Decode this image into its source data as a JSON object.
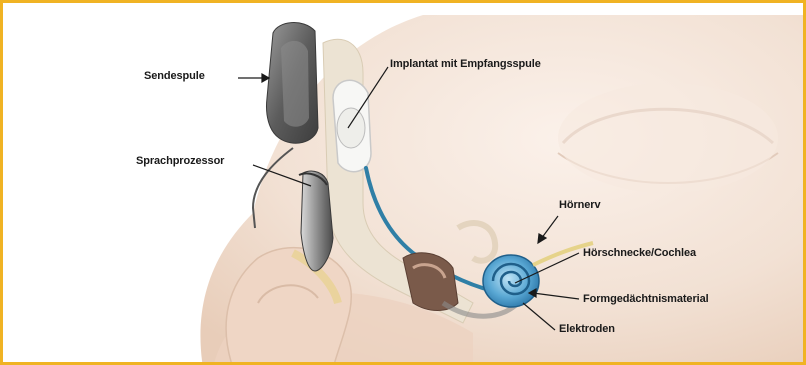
{
  "labels": {
    "sendespule": "Sendespule",
    "implantat": "Implantat mit Empfangsspule",
    "sprachprozessor": "Sprachprozessor",
    "hoernerv": "Hörnerv",
    "cochlea": "Hörschnecke/Cochlea",
    "formgedaechtnis": "Formgedächtnismaterial",
    "elektroden": "Elektroden"
  },
  "colors": {
    "frame": "#f0b323",
    "skin": "#f3e2d6",
    "electrode": "#2f7fa6",
    "cochlea": "#3a8fc2",
    "bone": "#e9dcc7",
    "device": "#6b6b6b"
  }
}
